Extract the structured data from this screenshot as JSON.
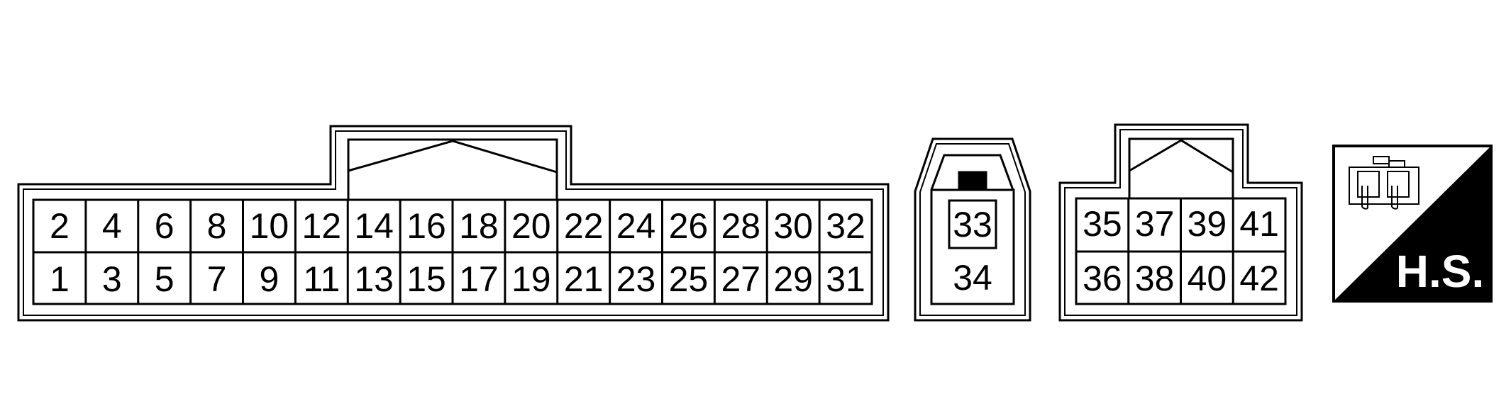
{
  "connectors": {
    "main": {
      "top_row": [
        "2",
        "4",
        "6",
        "8",
        "10",
        "12",
        "14",
        "16",
        "18",
        "20",
        "22",
        "24",
        "26",
        "28",
        "30",
        "32"
      ],
      "bottom_row": [
        "1",
        "3",
        "5",
        "7",
        "9",
        "11",
        "13",
        "15",
        "17",
        "19",
        "21",
        "23",
        "25",
        "27",
        "29",
        "31"
      ]
    },
    "small": {
      "top": "33",
      "bottom": "34"
    },
    "right": {
      "top_row": [
        "35",
        "37",
        "39",
        "41"
      ],
      "bottom_row": [
        "36",
        "38",
        "40",
        "42"
      ]
    }
  },
  "symbol": {
    "icon": "harness-side-connector-icon",
    "label": "H.S."
  }
}
